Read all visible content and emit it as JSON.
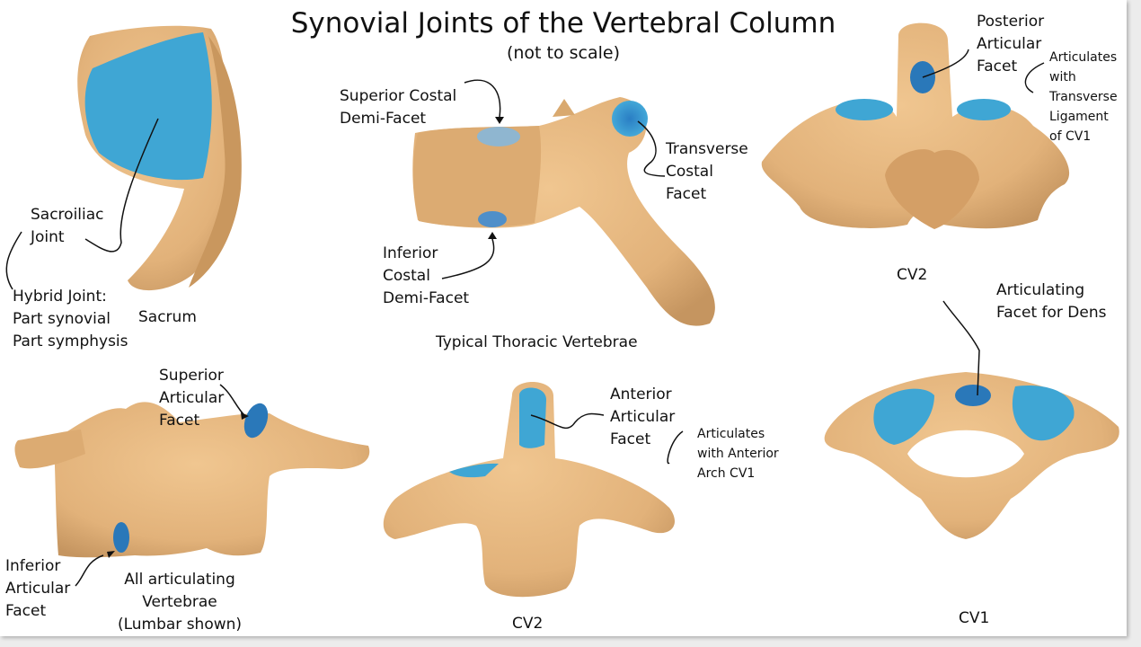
{
  "title": "Synovial Joints of the Vertebral Column",
  "subtitle": "(not to scale)",
  "colors": {
    "bone": "#e2b27a",
    "bone_shadow": "#b98a55",
    "facet": "#3fa6d4",
    "facet_dark": "#2a6fb0",
    "line": "#111111"
  },
  "sacrum": {
    "name": "Sacrum",
    "joint_label": "Sacroiliac\nJoint",
    "note": "Hybrid Joint:\nPart synovial\nPart symphysis"
  },
  "thoracic": {
    "name": "Typical Thoracic Vertebrae",
    "superior": "Superior Costal\nDemi-Facet",
    "inferior": "Inferior\nCostal\nDemi-Facet",
    "transverse": "Transverse\nCostal\nFacet"
  },
  "cv2_top": {
    "name": "CV2",
    "facet": "Posterior\nArticular\nFacet",
    "note": "Articulates\nwith\nTransverse\nLigament\nof CV1"
  },
  "lumbar": {
    "name": "All articulating\nVertebrae\n(Lumbar shown)",
    "superior": "Superior\nArticular\nFacet",
    "inferior": "Inferior\nArticular\nFacet"
  },
  "cv2_bottom": {
    "name": "CV2",
    "facet": "Anterior\nArticular\nFacet",
    "note": "Articulates\nwith Anterior\nArch CV1"
  },
  "cv1": {
    "name": "CV1",
    "facet": "Articulating\nFacet for Dens"
  }
}
